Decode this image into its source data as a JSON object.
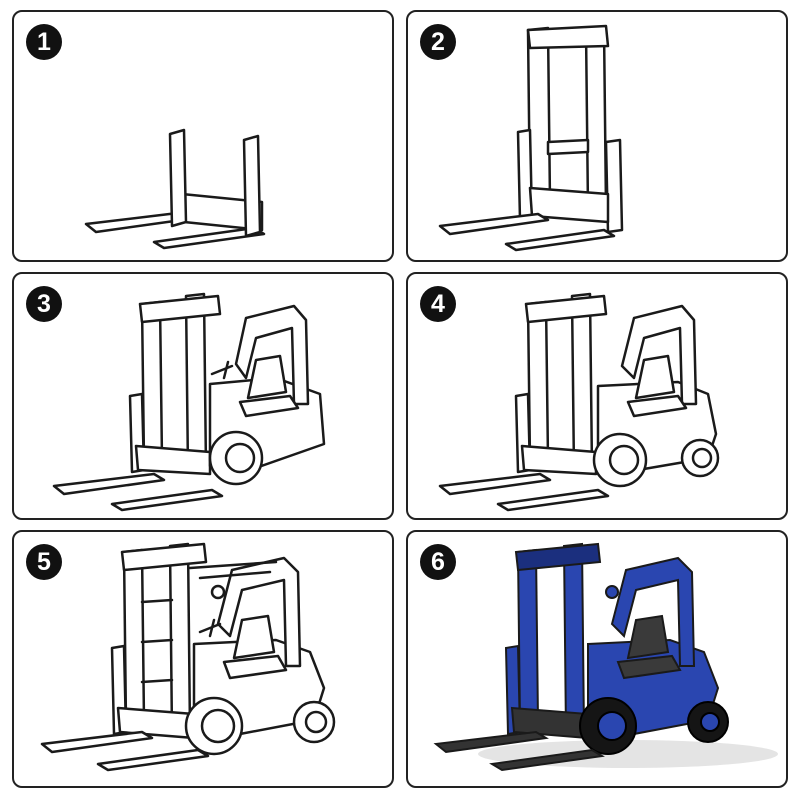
{
  "colors": {
    "outline": "#1a1a1a",
    "body_blue": "#2a46b0",
    "body_blue_dark": "#1b2f7e",
    "forks_dark": "#333333",
    "tire": "#151515",
    "seat": "#3a3a3a"
  },
  "steps": [
    {
      "number": "1",
      "icon": "forks-and-backrest-drawing-icon"
    },
    {
      "number": "2",
      "icon": "mast-drawing-icon"
    },
    {
      "number": "3",
      "icon": "cab-and-front-wheel-drawing-icon"
    },
    {
      "number": "4",
      "icon": "body-and-rear-wheel-drawing-icon"
    },
    {
      "number": "5",
      "icon": "details-drawing-icon"
    },
    {
      "number": "6",
      "icon": "colored-forklift-icon"
    }
  ]
}
